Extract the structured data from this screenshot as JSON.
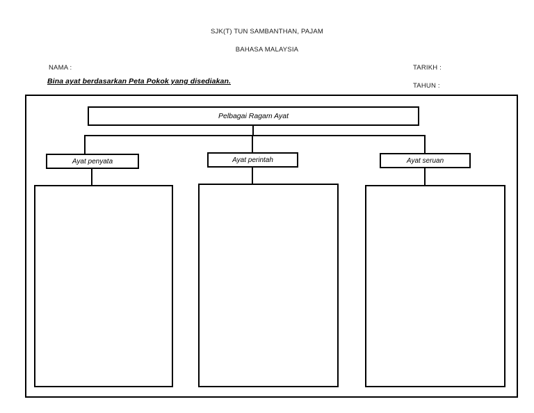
{
  "header": {
    "school_name": "SJK(T) TUN SAMBANTHAN, PAJAM",
    "subject": "BAHASA MALAYSIA",
    "name_label": "NAMA :",
    "date_label": "TARIKH :",
    "year_label": "TAHUN :",
    "instruction": "Bina ayat berdasarkan Peta Pokok yang disediakan."
  },
  "tree": {
    "root_label": "Pelbagai Ragam Ayat",
    "branches": [
      {
        "label": "Ayat penyata",
        "answer": ""
      },
      {
        "label": "Ayat perintah",
        "answer": ""
      },
      {
        "label": "Ayat seruan",
        "answer": ""
      }
    ]
  },
  "colors": {
    "ink": "#000000",
    "paper": "#ffffff"
  }
}
